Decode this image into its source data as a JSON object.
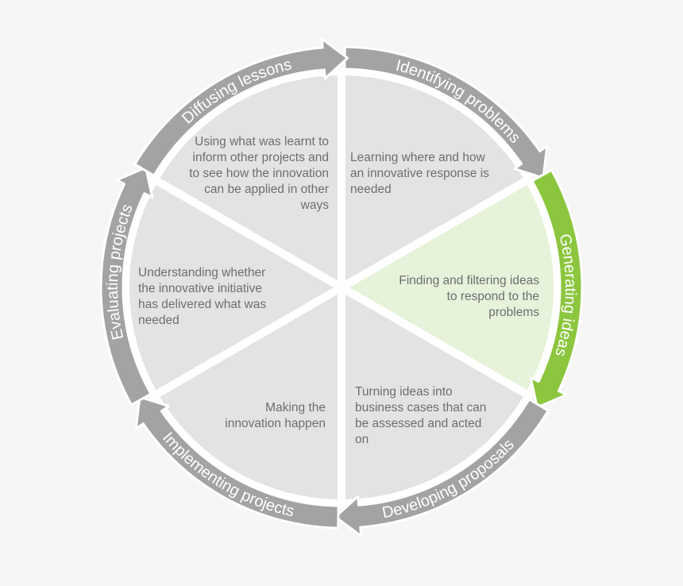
{
  "colors": {
    "background": "#f6f6f6",
    "segment": "#e3e3e3",
    "segment_highlight": "#e6f2d9",
    "arrow": "#a3a3a3",
    "arrow_highlight": "#8cc63f",
    "divider": "#ffffff",
    "text": "#6e6e6e"
  },
  "stages": [
    {
      "id": "identifying",
      "ring_label": "Identifying problems",
      "highlight": false,
      "description": [
        "Learning where and how",
        "an innovative  response is",
        "needed"
      ]
    },
    {
      "id": "generating",
      "ring_label": "Generating ideas",
      "highlight": true,
      "description": [
        "Finding and filtering ideas",
        "to respond to the",
        "problems"
      ]
    },
    {
      "id": "developing",
      "ring_label": "Developing proposals",
      "highlight": false,
      "description": [
        "Turning ideas into",
        "business cases that can",
        "be assessed and acted",
        "on"
      ]
    },
    {
      "id": "implementing",
      "ring_label": "Implementing projects",
      "highlight": false,
      "description": [
        "Making the",
        "innovation  happen"
      ]
    },
    {
      "id": "evaluating",
      "ring_label": "Evaluating projects",
      "highlight": false,
      "description": [
        "Understanding  whether",
        "the innovative  initiative",
        "has delivered what was",
        "needed"
      ]
    },
    {
      "id": "diffusing",
      "ring_label": "Diffusing lessons",
      "highlight": false,
      "description": [
        "Using what was learnt to",
        "inform other projects and",
        "to see how the innovation",
        "can be applied  in other",
        "ways"
      ]
    }
  ]
}
